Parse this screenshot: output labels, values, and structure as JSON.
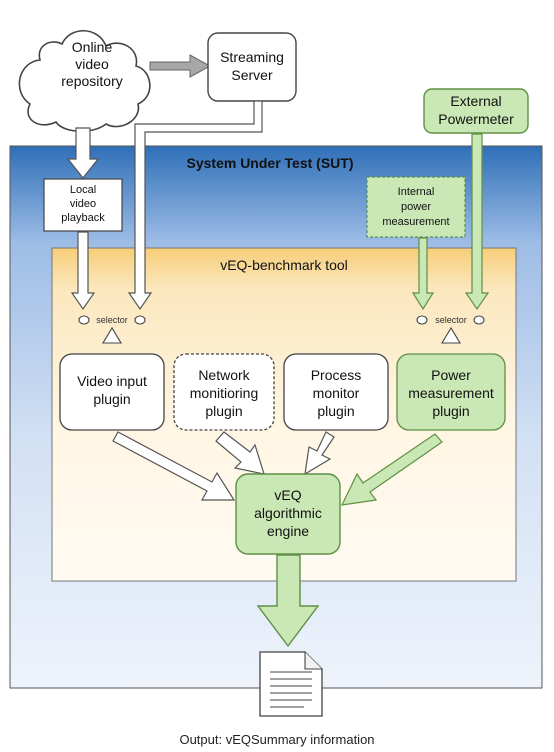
{
  "colors": {
    "green_fill": "#c9e8b5",
    "green_stroke": "#5f8f45",
    "sut_top": "#2f6fb8",
    "sut_bottom": "#e6eef8",
    "tool_top": "#f7cd78",
    "tool_bottom": "#fffaf0",
    "white_arrow_stroke": "#666666",
    "gray_arrow": "#a7a7a7"
  },
  "cloud": {
    "lines": [
      "Online",
      "video",
      "repository"
    ]
  },
  "streaming_server": {
    "lines": [
      "Streaming",
      "Server"
    ]
  },
  "external_powermeter": {
    "lines": [
      "External",
      "Powermeter"
    ]
  },
  "sut": {
    "title": "System Under Test (SUT)"
  },
  "local_playback": {
    "lines": [
      "Local",
      "video",
      "playback"
    ]
  },
  "internal_power": {
    "lines": [
      "Internal",
      "power",
      "measurement"
    ]
  },
  "tool": {
    "title": "vEQ-benchmark tool"
  },
  "selector_label": "selector",
  "plugins": {
    "video_input": [
      "Video input",
      "plugin"
    ],
    "network_monitoring": [
      "Network",
      "monitioring",
      "plugin"
    ],
    "process_monitor": [
      "Process",
      "monitor",
      "plugin"
    ],
    "power_measurement": [
      "Power",
      "measurement",
      "plugin"
    ]
  },
  "engine": {
    "lines": [
      "vEQ",
      "algorithmic",
      "engine"
    ]
  },
  "output_caption": "Output: vEQSummary information"
}
